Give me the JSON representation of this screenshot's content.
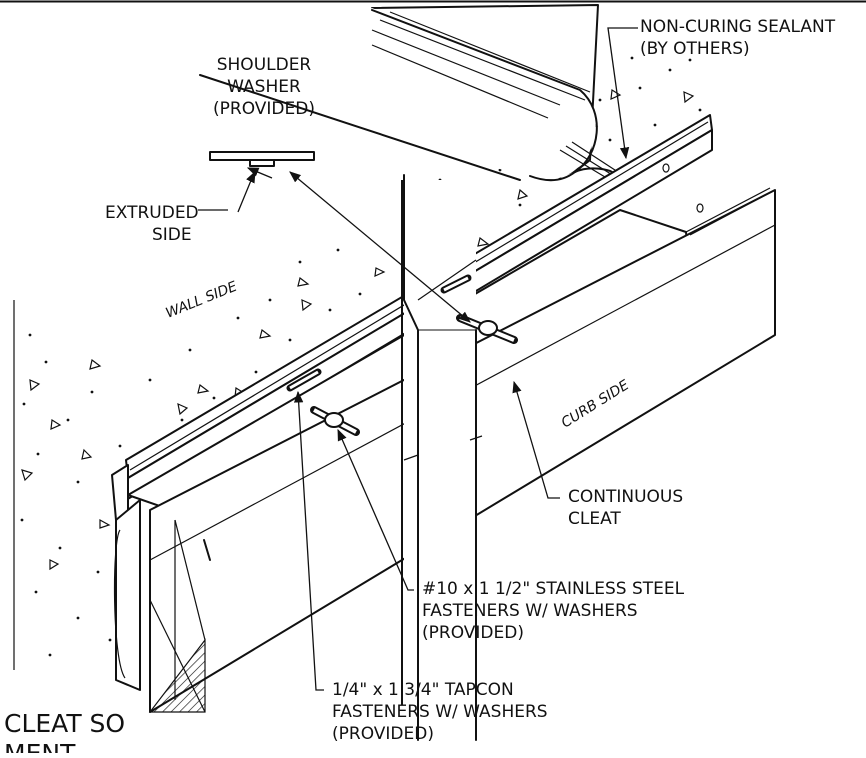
{
  "labels": {
    "sealant": [
      "NON-CURING SEALANT",
      "(BY OTHERS)"
    ],
    "washer": [
      "SHOULDER",
      "WASHER",
      "(PROVIDED)"
    ],
    "extruded": [
      "EXTRUDED",
      "SIDE"
    ],
    "wall_side": "WALL SIDE",
    "curb_side": "CURB SIDE",
    "cleat": [
      "CONTINUOUS",
      "CLEAT"
    ],
    "ss_fasteners": [
      "#10 x 1 1/2\"  STAINLESS STEEL",
      "FASTENERS W/ WASHERS",
      "(PROVIDED)"
    ],
    "tapcon": [
      "1/4\" x 1 3/4\" TAPCON",
      "FASTENERS W/ WASHERS",
      "(PROVIDED)"
    ],
    "caption": [
      "CLEAT SO",
      "MENT"
    ]
  },
  "colors": {
    "line": "#111111",
    "background": "#ffffff"
  }
}
